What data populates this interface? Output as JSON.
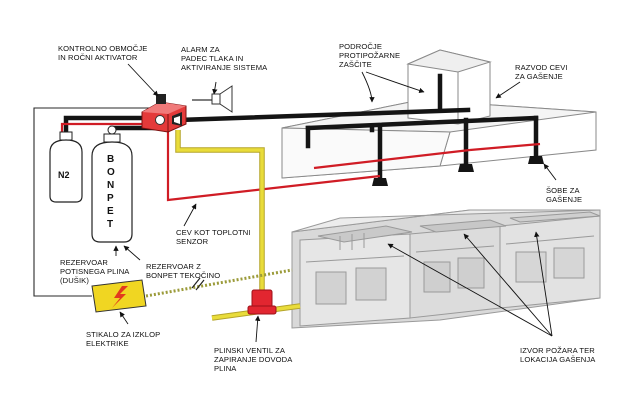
{
  "labels": {
    "control_zone": [
      "KONTROLNO OBMOČJE",
      "IN ROČNI AKTIVATOR"
    ],
    "alarm": [
      "ALARM ZA",
      "PADEC TLAKA IN",
      "AKTIVIRANJE SISTEMA"
    ],
    "protection_zone": [
      "PODROČJE",
      "PROTIPOŽARNE",
      "ZAŠČITE"
    ],
    "pipe_distribution": [
      "RAZVOD CEVI",
      "ZA GAŠENJE"
    ],
    "nozzles": [
      "ŠOBE ZA",
      "GAŠENJE"
    ],
    "heat_sensor": [
      "CEV KOT TOPLOTNI",
      "SENZOR"
    ],
    "propellant_tank": [
      "REZERVOAR",
      "POTISNEGA PLINA",
      "(DUŠIK)"
    ],
    "agent_tank": [
      "REZERVOAR Z",
      "BONPET TEKOČINO"
    ],
    "power_switch": [
      "STIKALO ZA IZKLOP",
      "ELEKTRIKE"
    ],
    "gas_valve": [
      "PLINSKI VENTIL ZA",
      "ZAPIRANJE DOVODA",
      "PLINA"
    ],
    "fire_source": [
      "IZVOR POŽARA TER",
      "LOKACIJA GAŠENJA"
    ]
  },
  "tanks": {
    "n2": "N2",
    "bonpet": [
      "B",
      "O",
      "N",
      "P",
      "E",
      "T"
    ]
  },
  "colors": {
    "pipe_black": "#141414",
    "pipe_red": "#d01c25",
    "pipe_yellow": "#e9dc3a",
    "yellow_outline": "#b5a52a",
    "valve_red": "#e22630",
    "switch_yellow": "#f0d622",
    "line_gray": "#7b7b7b"
  }
}
